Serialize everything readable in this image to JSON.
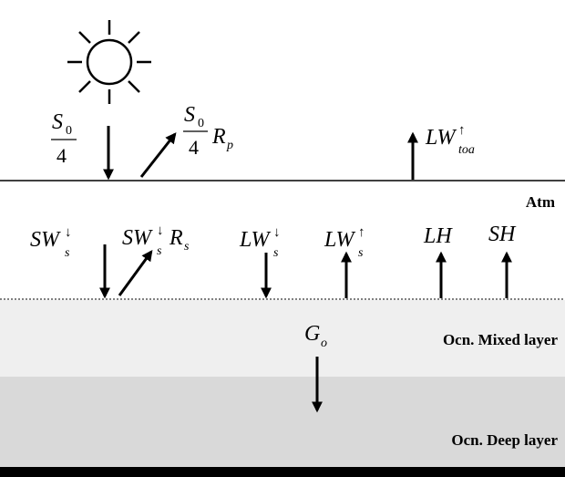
{
  "layers": {
    "atm_label": "Atm",
    "mixed_label": "Ocn. Mixed layer",
    "deep_label": "Ocn. Deep layer"
  },
  "colors": {
    "mixed_layer": "#efefef",
    "deep_layer": "#d9d9d9",
    "bottom_band": "#000000"
  },
  "icons": {
    "sun": "sun-icon"
  },
  "flux_labels": {
    "solar_in": {
      "numerator": "S",
      "numerator_sub": "0",
      "denominator": "4"
    },
    "reflected_toa": {
      "numerator": "S",
      "numerator_sub": "0",
      "denominator": "4",
      "factor": "R",
      "factor_sub": "p"
    },
    "olr": {
      "base": "LW",
      "sup": "↑",
      "sub": "toa"
    },
    "sw_down": {
      "base": "SW",
      "sup": "↓",
      "sub": "s"
    },
    "sw_reflected": {
      "base": "SW",
      "sup": "↓",
      "sub": "s",
      "factor": "R",
      "factor_sub": "s"
    },
    "lw_down": {
      "base": "LW",
      "sup": "↓",
      "sub": "s"
    },
    "lw_up": {
      "base": "LW",
      "sup": "↑",
      "sub": "s"
    },
    "latent_heat": {
      "base": "LH"
    },
    "sensible_heat": {
      "base": "SH"
    },
    "ocean_flux": {
      "base": "G",
      "sub": "o"
    }
  }
}
